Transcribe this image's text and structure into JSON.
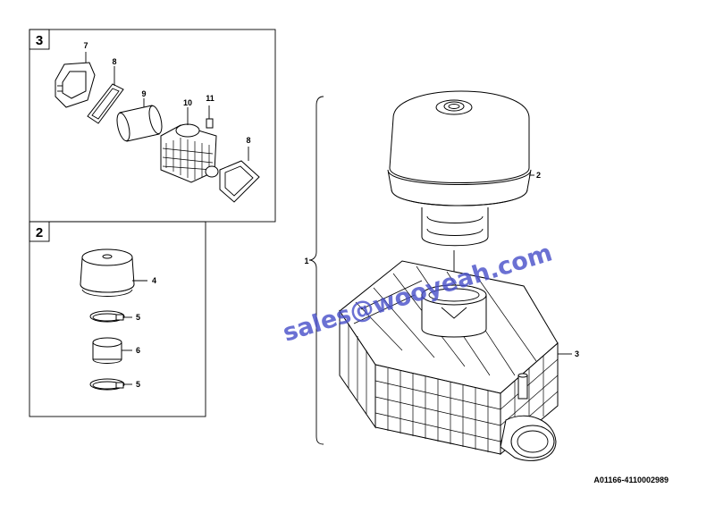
{
  "drawing_id": "A01166-4110002989",
  "watermark": "sales@wooyeah.com",
  "groups": [
    {
      "number": "3"
    },
    {
      "number": "2"
    }
  ],
  "callouts": [
    {
      "label": "7"
    },
    {
      "label": "8"
    },
    {
      "label": "9"
    },
    {
      "label": "10"
    },
    {
      "label": "11"
    },
    {
      "label": "8"
    },
    {
      "label": "4"
    },
    {
      "label": "5"
    },
    {
      "label": "6"
    },
    {
      "label": "5"
    },
    {
      "label": "1"
    },
    {
      "label": "2"
    },
    {
      "label": "3"
    }
  ]
}
